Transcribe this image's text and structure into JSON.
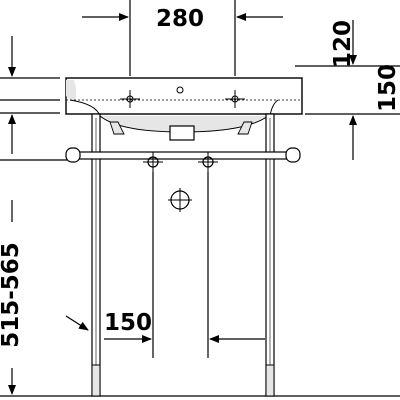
{
  "drawing": {
    "dimensions": {
      "top_width": "280",
      "top_height": "120",
      "right_partial": "150",
      "left_height_range": "515-565",
      "bottom_width": "150"
    },
    "colors": {
      "line": "#000000",
      "fill_light": "#e6e6e6",
      "background": "#ffffff"
    }
  }
}
